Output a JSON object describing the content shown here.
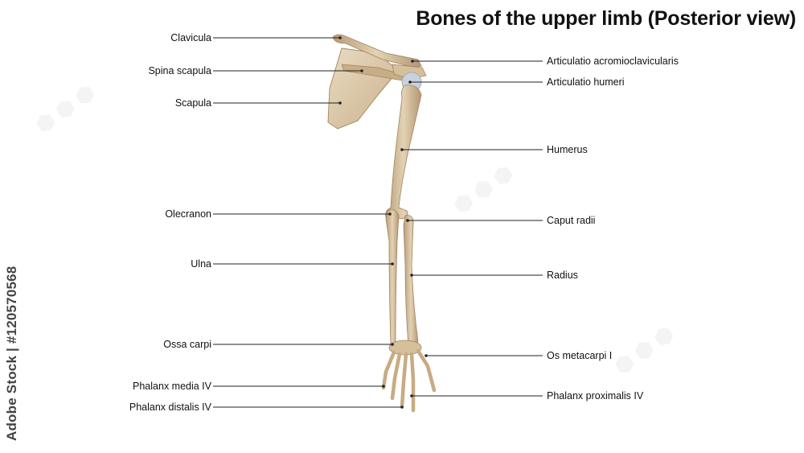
{
  "title": "Bones of the upper limb (Posterior view)",
  "labels_left": [
    "Clavicula",
    "Spina scapula",
    "Scapula",
    "Olecranon",
    "Ulna",
    "Ossa carpi",
    "Phalanx media IV",
    "Phalanx distalis IV"
  ],
  "labels_right": [
    "Articulatio acromioclavicularis",
    "Articulatio humeri",
    "Humerus",
    "Caput radii",
    "Radius",
    "Os metacarpi I",
    "Phalanx proximalis IV"
  ],
  "watermark_side": "Adobe Stock | #120570568",
  "colors": {
    "bone": "#d8c4a4",
    "bone_shade": "#b89c78",
    "leader": "#222222"
  }
}
